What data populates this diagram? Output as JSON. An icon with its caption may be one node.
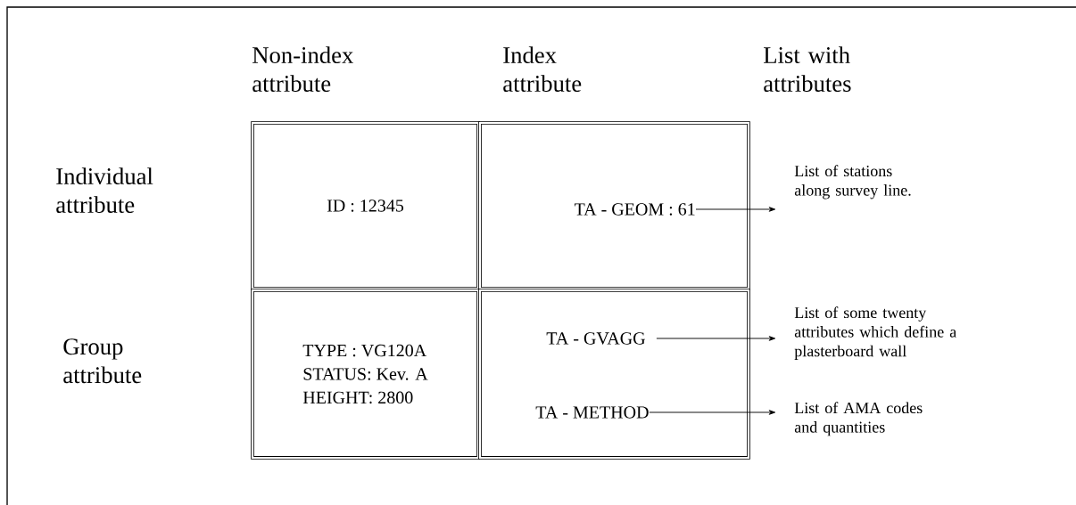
{
  "diagram": {
    "nodes": [
      {
        "text": [
          "ID : 12345"
        ]
      },
      {
        "text": [],
        "shape": "box"
      },
      {
        "text": [
          "TA - GEOM : 61"
        ],
        "in": 1
      },
      {
        "text": [
          "TYPE : VG120A",
          "STATUS: Kev. A",
          "HEIGHT: 2800"
        ]
      },
      {
        "text": [],
        "shape": "box"
      },
      {
        "text": [
          "TA - GVAGG"
        ],
        "in": 4
      },
      {
        "text": [
          "TA - METHOD"
        ],
        "in": 4
      },
      {
        "text": [
          "List of stations along survey line."
        ]
      },
      {
        "text": [
          "List of some twenty attributes which define a plasterboard wall"
        ]
      },
      {
        "text": [
          "List of AMA codes and quantities"
        ]
      }
    ],
    "edges": [
      {
        "from": 2,
        "to": 7,
        "arrow": "to"
      },
      {
        "from": 5,
        "to": 8,
        "arrow": "to"
      },
      {
        "from": 6,
        "to": 9,
        "arrow": "to"
      }
    ],
    "labels": [
      "Non-index attribute",
      "Index attribute",
      "List with attributes",
      "Individual attribute",
      "Group attribute"
    ]
  }
}
